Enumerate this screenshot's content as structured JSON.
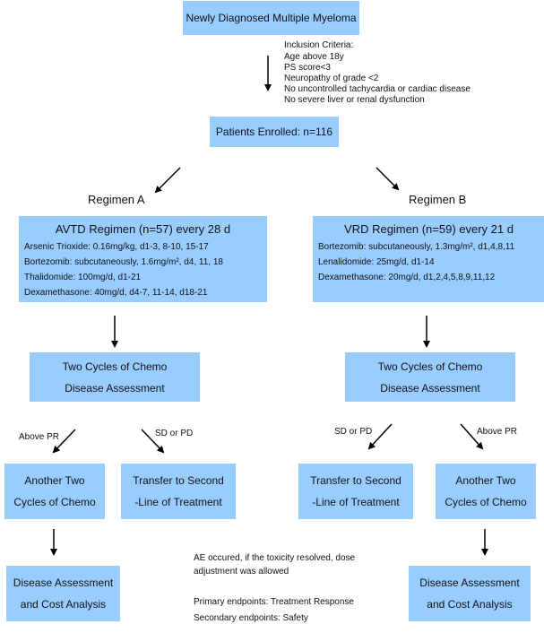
{
  "title": "Newly Diagnosed Multiple Myeloma",
  "inclusion": {
    "heading": "Inclusion Criteria:",
    "items": [
      "Age above 18y",
      "PS score<3",
      "Neuropathy of grade <2",
      "No uncontrolled tachycardia or cardiac disease",
      "No severe liver or renal dysfunction"
    ]
  },
  "enrolled": "Patients Enrolled: n=116",
  "regimen_a": {
    "label": "Regimen A",
    "title": "AVTD Regimen (n=57) every 28 d",
    "lines": [
      "Arsenic Trioxide: 0.16mg/kg, d1-3, 8-10, 15-17",
      "Bortezomib: subcutaneously, 1.6mg/m², d4, 11, 18",
      "Thalidomide: 100mg/d, d1-21",
      "Dexamethasone: 40mg/d, d4-7, 11-14, d18-21"
    ],
    "assessment": [
      "Two Cycles of Chemo",
      "Disease Assessment"
    ],
    "branch_left_label": "Above PR",
    "branch_right_label": "SD or PD",
    "another": [
      "Another Two",
      "Cycles of Chemo"
    ],
    "transfer": [
      "Transfer to Second",
      "-Line of Treatment"
    ],
    "final": [
      "Disease Assessment",
      "and Cost Analysis"
    ]
  },
  "regimen_b": {
    "label": "Regimen B",
    "title": "VRD Regimen (n=59) every 21 d",
    "lines": [
      "Bortezomib: subcutaneously, 1.3mg/m², d1,4,8,11",
      "Lenalidomide: 25mg/d, d1-14",
      "Dexamethasone: 20mg/d, d1,2,4,5,8,9,11,12"
    ],
    "assessment": [
      "Two Cycles of Chemo",
      "Disease Assessment"
    ],
    "branch_left_label": "SD or PD",
    "branch_right_label": "Above PR",
    "transfer": [
      "Transfer to Second",
      "-Line of Treatment"
    ],
    "another": [
      "Another Two",
      "Cycles of Chemo"
    ],
    "final": [
      "Disease Assessment",
      "and Cost Analysis"
    ]
  },
  "notes": {
    "ae": [
      "AE occured, if the toxicity resolved, dose",
      "adjustment was allowed"
    ],
    "primary": "Primary endpoints: Treatment Response",
    "secondary": "Secondary endpoints: Safety"
  },
  "colors": {
    "box": "#99ccff",
    "arrow": "#000000"
  }
}
